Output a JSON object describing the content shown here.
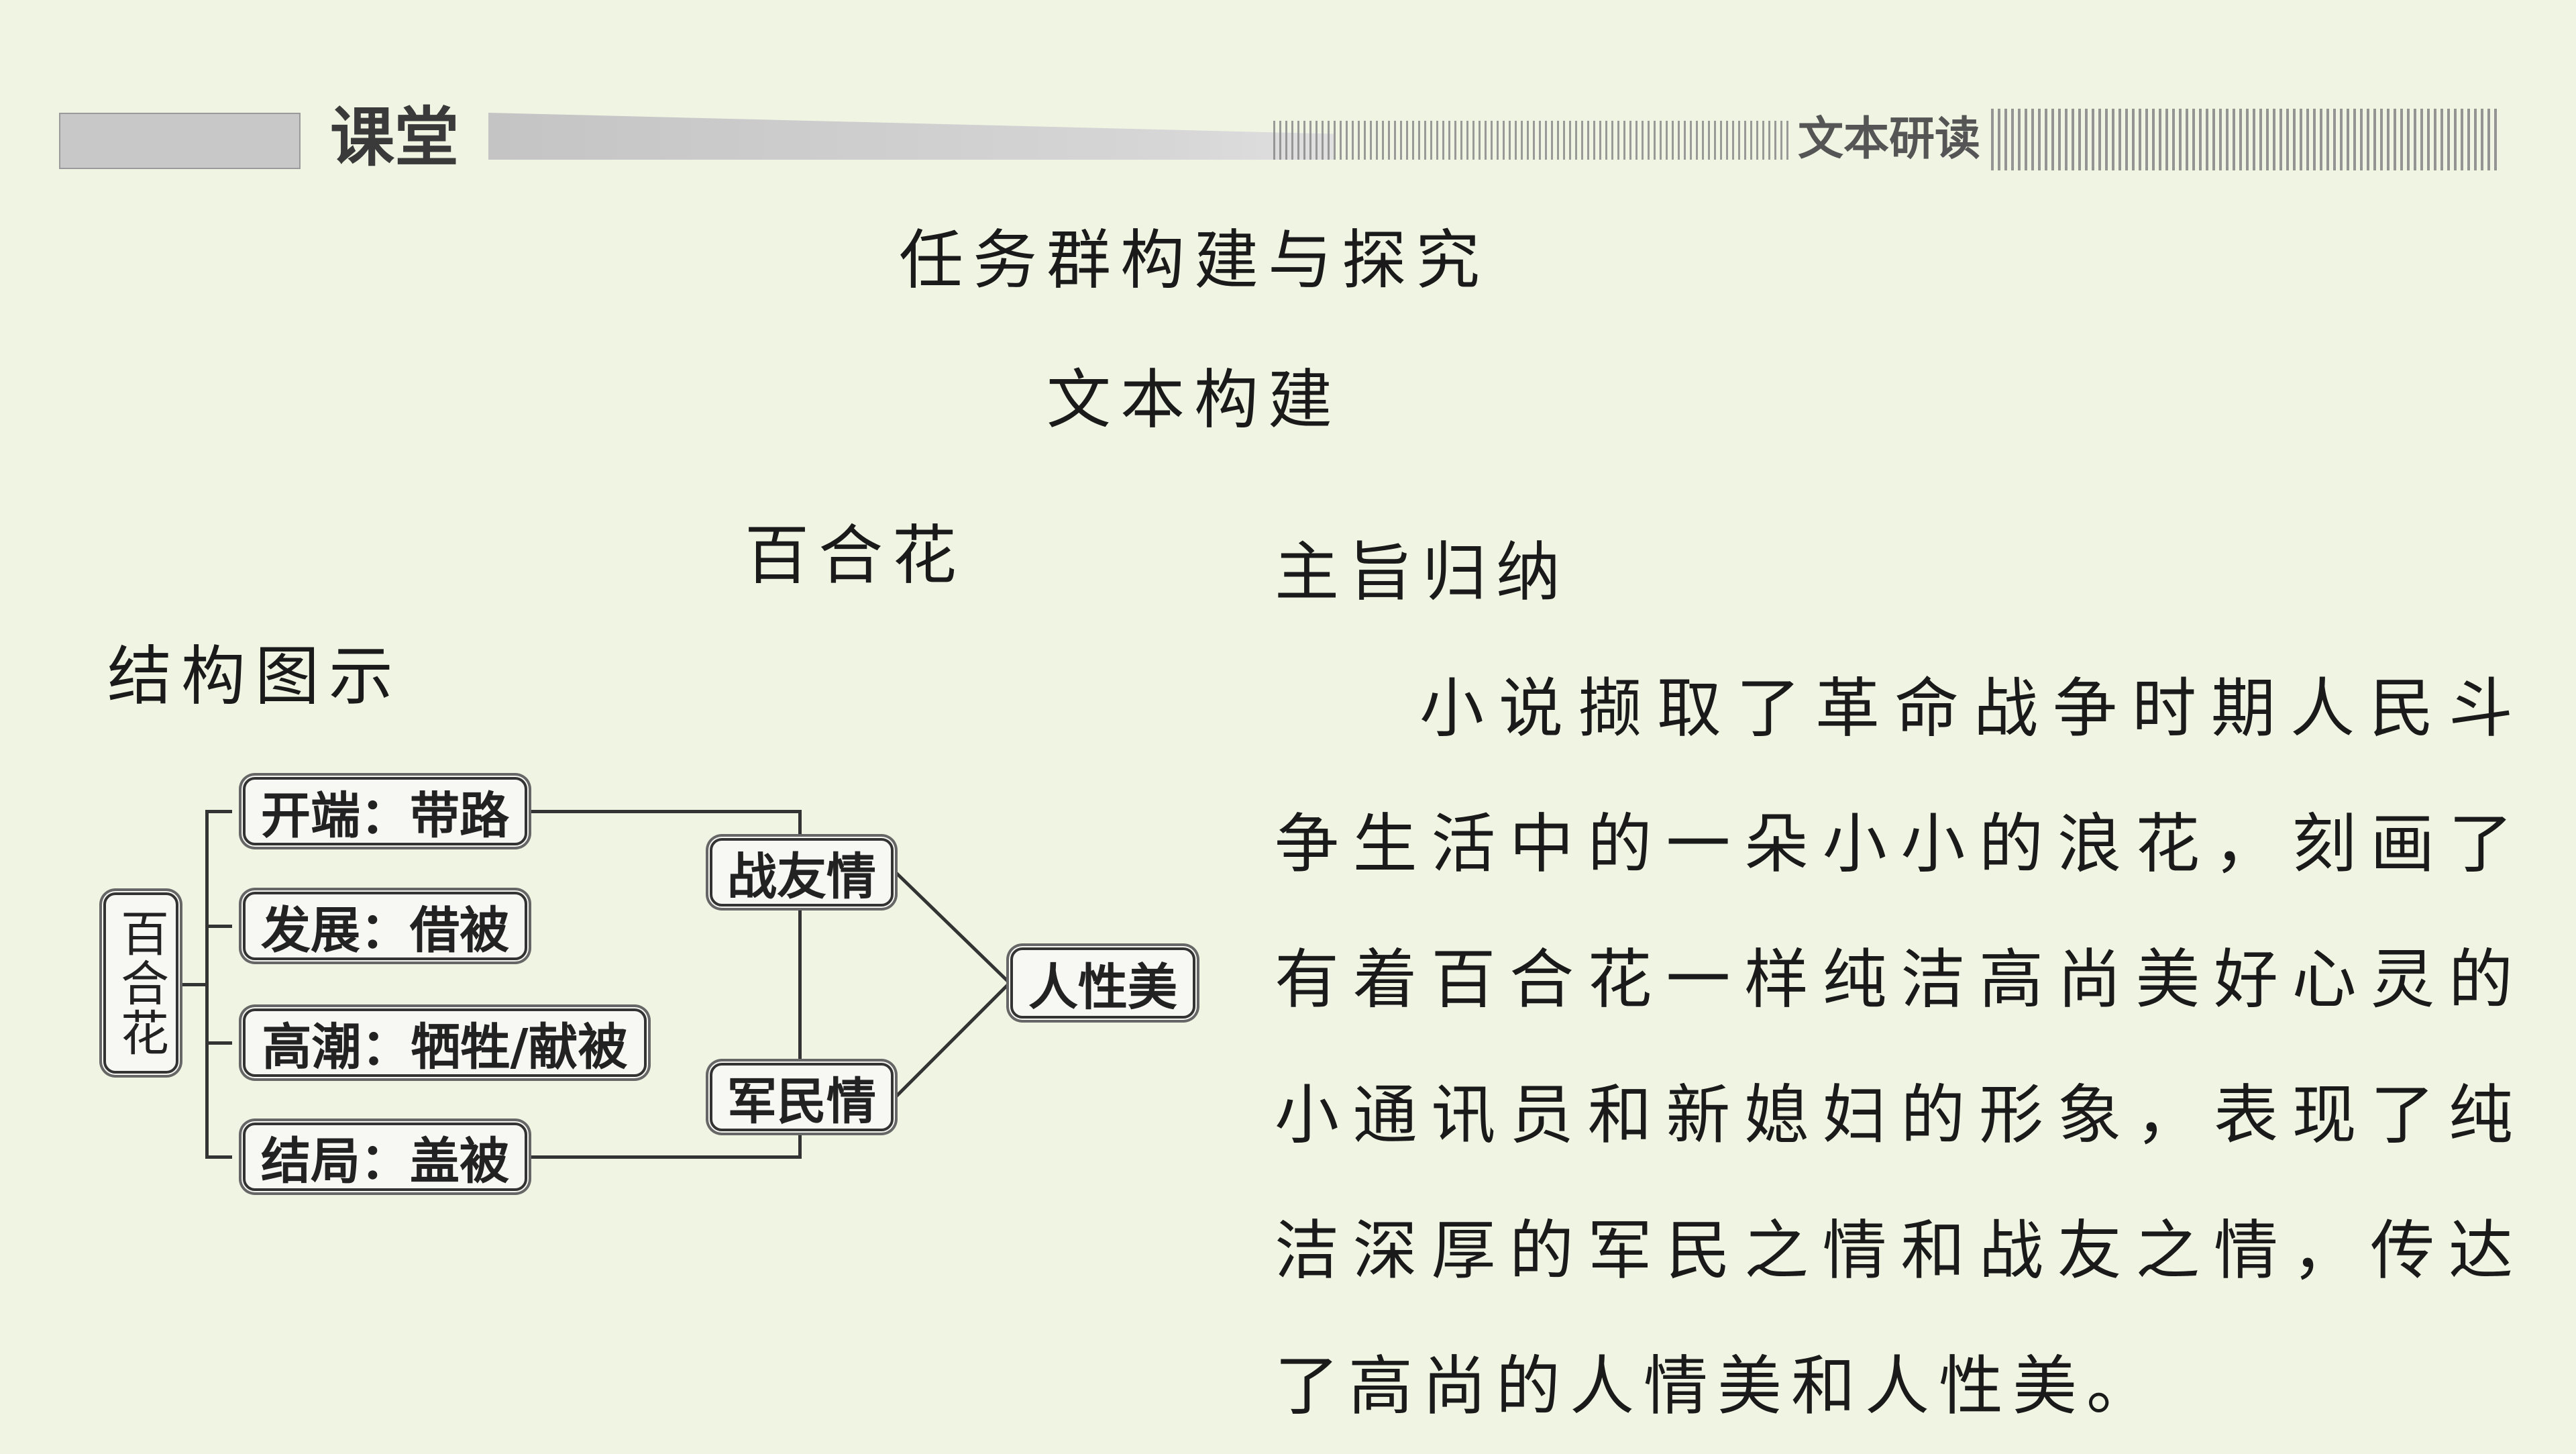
{
  "banner": {
    "title": "课堂",
    "subtitle": "文本研读"
  },
  "headings": {
    "task": "任务群构建与探究",
    "text": "文本构建",
    "story": "百合花",
    "structure": "结构图示",
    "theme": "主旨归纳"
  },
  "summary": "小说撷取了革命战争时期人民斗争生活中的一朵小小的浪花，刻画了有着百合花一样纯洁高尚美好心灵的小通讯员和新媳妇的形象，表现了纯洁深厚的军民之情和战友之情，传达了高尚的人情美和人性美。",
  "diagram": {
    "root": "百合花",
    "stages": [
      "开端：带路",
      "发展：借被",
      "高潮：牺牲/献被",
      "结局：盖被"
    ],
    "groups": [
      "战友情",
      "军民情"
    ],
    "result": "人性美"
  }
}
